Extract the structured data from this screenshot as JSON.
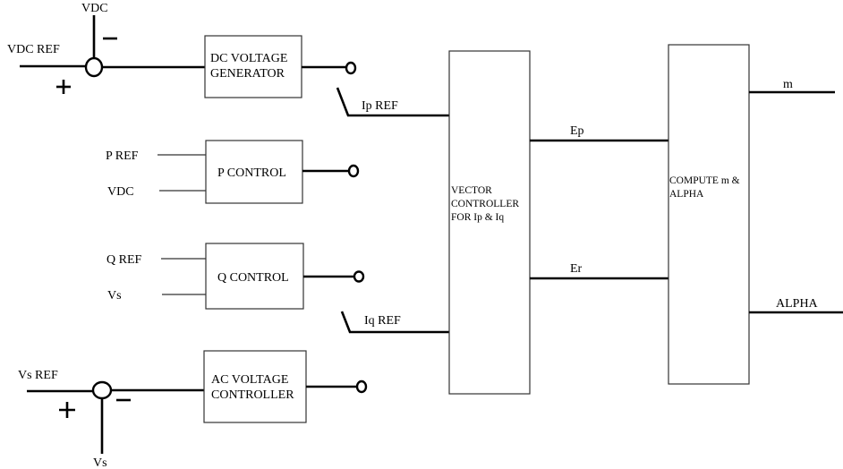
{
  "diagram": {
    "summer_dc": {
      "input_ref_label": "VDC REF",
      "input_fb_label": "VDC",
      "plus_sign": "+",
      "minus_sign": "−"
    },
    "summer_ac": {
      "input_ref_label": "Vs REF",
      "input_fb_label": "Vs",
      "plus_sign": "+",
      "minus_sign": "−"
    },
    "blocks": {
      "dc_voltage_generator": [
        "DC VOLTAGE",
        "GENERATOR"
      ],
      "p_control": [
        "P CONTROL"
      ],
      "q_control": [
        "Q CONTROL"
      ],
      "ac_voltage_controller": [
        "AC VOLTAGE",
        "CONTROLLER"
      ],
      "vector_controller": [
        "VECTOR",
        "CONTROLLER",
        "FOR Ip & Iq"
      ],
      "compute": [
        "COMPUTE m &",
        "ALPHA"
      ]
    },
    "p_control_inputs": [
      "P REF",
      "VDC"
    ],
    "q_control_inputs": [
      "Q REF",
      "Vs"
    ],
    "switch_labels": {
      "ip_ref": "Ip REF",
      "iq_ref": "Iq REF"
    },
    "signals": {
      "ep": "Ep",
      "er": "Er"
    },
    "outputs": {
      "m": "m",
      "alpha": "ALPHA"
    }
  }
}
